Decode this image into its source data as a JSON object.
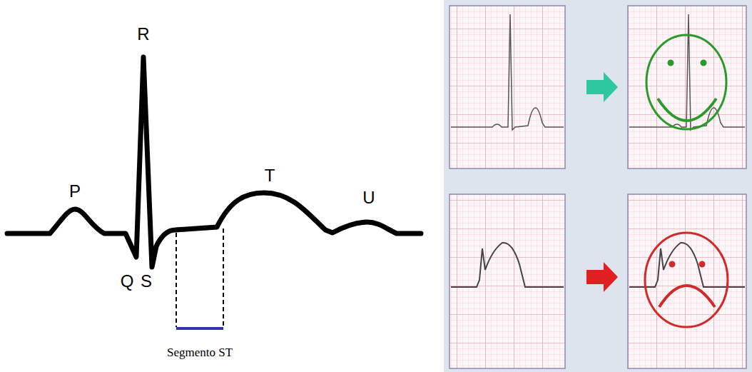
{
  "diagram": {
    "labels": [
      "R",
      "P",
      "T",
      "U",
      "Q",
      "S",
      "Segmento ST"
    ]
  }
}
